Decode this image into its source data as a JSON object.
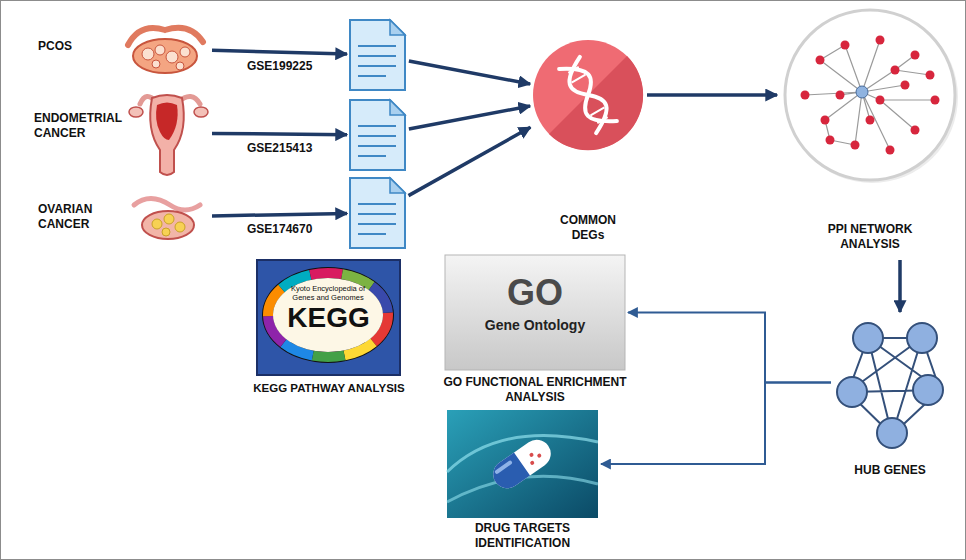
{
  "diagram": {
    "nodes": [
      {
        "text": [
          "PCOS"
        ]
      },
      {
        "text": [
          "ENDOMETRIAL CANCER"
        ]
      },
      {
        "text": [
          "OVARIAN CANCER"
        ]
      },
      {
        "text": []
      },
      {
        "text": []
      },
      {
        "text": []
      },
      {
        "text": [
          "COMMON DEGs"
        ]
      },
      {
        "text": [
          "PPI NETWORK ANALYSIS"
        ]
      },
      {
        "text": [
          "Kyoto Encyclopedia of Genes and Genomes",
          "KEGG",
          "KEGG PATHWAY ANALYSIS"
        ]
      },
      {
        "text": [
          "GO",
          "Gene Ontology",
          "GO FUNCTIONAL ENRICHMENT ANALYSIS"
        ]
      },
      {
        "text": [
          "DRUG TARGETS IDENTIFICATION"
        ]
      },
      {
        "text": [
          "HUB GENES"
        ]
      }
    ],
    "edges": [
      {
        "from": 0,
        "to": 3,
        "label": "GSE199225",
        "arrow": "to"
      },
      {
        "from": 1,
        "to": 4,
        "label": "GSE215413",
        "arrow": "to"
      },
      {
        "from": 2,
        "to": 5,
        "label": "GSE174670",
        "arrow": "to"
      },
      {
        "from": 3,
        "to": 6,
        "arrow": "to"
      },
      {
        "from": 4,
        "to": 6,
        "arrow": "to"
      },
      {
        "from": 5,
        "to": 6,
        "arrow": "to"
      },
      {
        "from": 6,
        "to": 7,
        "arrow": "to"
      },
      {
        "from": 7,
        "to": 11,
        "arrow": "to"
      },
      {
        "from": 11,
        "to": 9,
        "arrow": "to"
      },
      {
        "from": 11,
        "to": 10,
        "arrow": "to"
      }
    ]
  }
}
